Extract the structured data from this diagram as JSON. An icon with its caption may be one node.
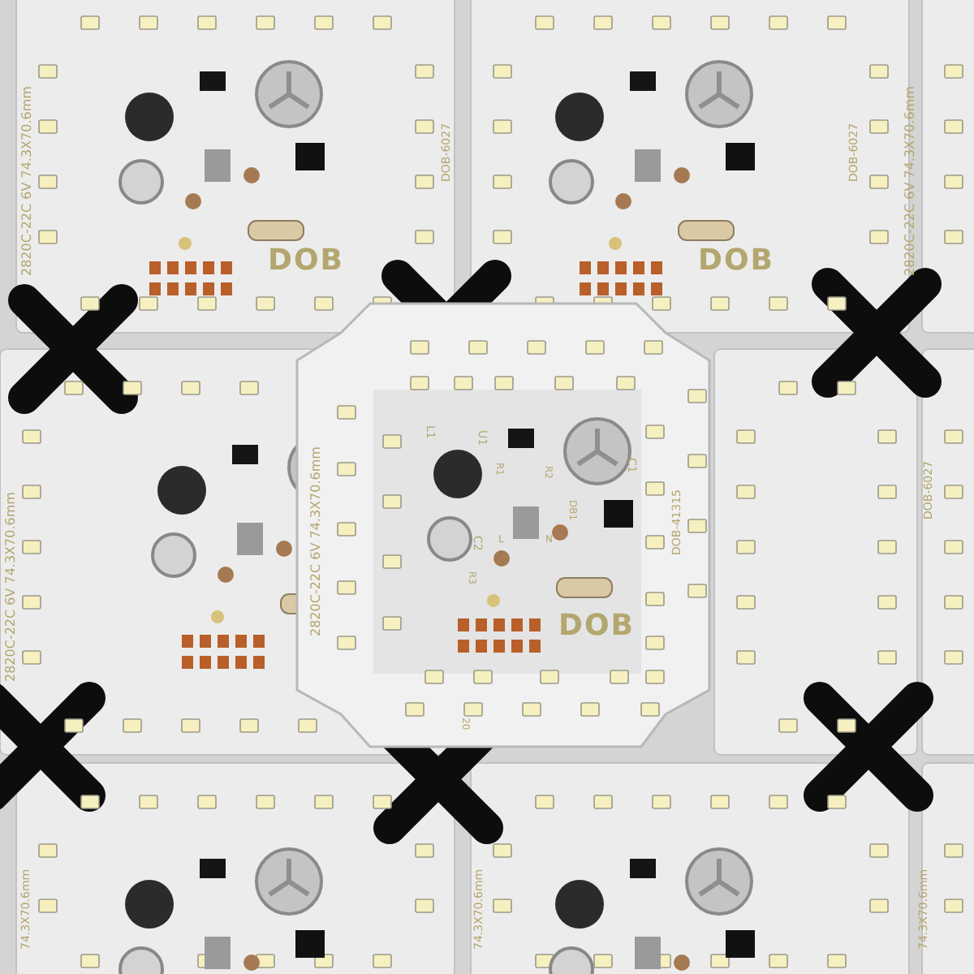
{
  "diagram": {
    "labels": [
      "2820C-22C 6V 74.3X70.6mm",
      "DOB-6027",
      "DOB",
      "DOB-6027",
      "2820C-22C 6V 74.3X70.6mm",
      "DOB",
      "2820C-22C 6V 74.3X70.6mm",
      "2820C-22C 6V 74.3X70.6mm",
      "DOB-41315",
      "U1",
      "L1",
      "C1",
      "C2",
      "R1",
      "R2",
      "DB1",
      "R3",
      "L",
      "N",
      "DOB",
      "20",
      "DOB-6027",
      "74.3X70.6mm",
      "74.3X70.6mm",
      "74.3X70.6mm"
    ]
  }
}
